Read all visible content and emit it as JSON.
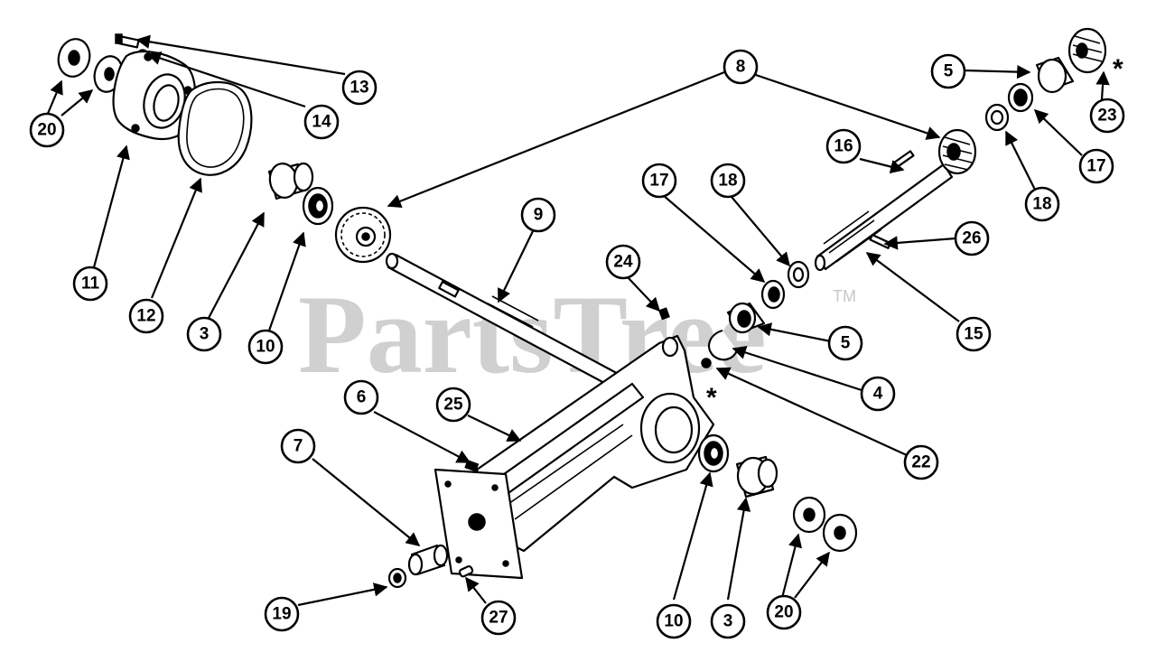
{
  "watermark": {
    "text": "PartsTree",
    "trademark": "TM"
  },
  "asterisks": [
    "*",
    "*"
  ],
  "callouts": [
    {
      "id": "c20a",
      "label": "20"
    },
    {
      "id": "c13",
      "label": "13"
    },
    {
      "id": "c14",
      "label": "14"
    },
    {
      "id": "c11",
      "label": "11"
    },
    {
      "id": "c12",
      "label": "12"
    },
    {
      "id": "c3a",
      "label": "3"
    },
    {
      "id": "c10a",
      "label": "10"
    },
    {
      "id": "c8",
      "label": "8"
    },
    {
      "id": "c9",
      "label": "9"
    },
    {
      "id": "c5a",
      "label": "5"
    },
    {
      "id": "c23",
      "label": "23"
    },
    {
      "id": "c17a",
      "label": "17"
    },
    {
      "id": "c18a",
      "label": "18"
    },
    {
      "id": "c16",
      "label": "16"
    },
    {
      "id": "c17b",
      "label": "17"
    },
    {
      "id": "c18b",
      "label": "18"
    },
    {
      "id": "c26",
      "label": "26"
    },
    {
      "id": "c15",
      "label": "15"
    },
    {
      "id": "c24",
      "label": "24"
    },
    {
      "id": "c5b",
      "label": "5"
    },
    {
      "id": "c4",
      "label": "4"
    },
    {
      "id": "c22",
      "label": "22"
    },
    {
      "id": "c6",
      "label": "6"
    },
    {
      "id": "c25",
      "label": "25"
    },
    {
      "id": "c7",
      "label": "7"
    },
    {
      "id": "c19",
      "label": "19"
    },
    {
      "id": "c27",
      "label": "27"
    },
    {
      "id": "c10b",
      "label": "10"
    },
    {
      "id": "c3b",
      "label": "3"
    },
    {
      "id": "c20b",
      "label": "20"
    }
  ]
}
